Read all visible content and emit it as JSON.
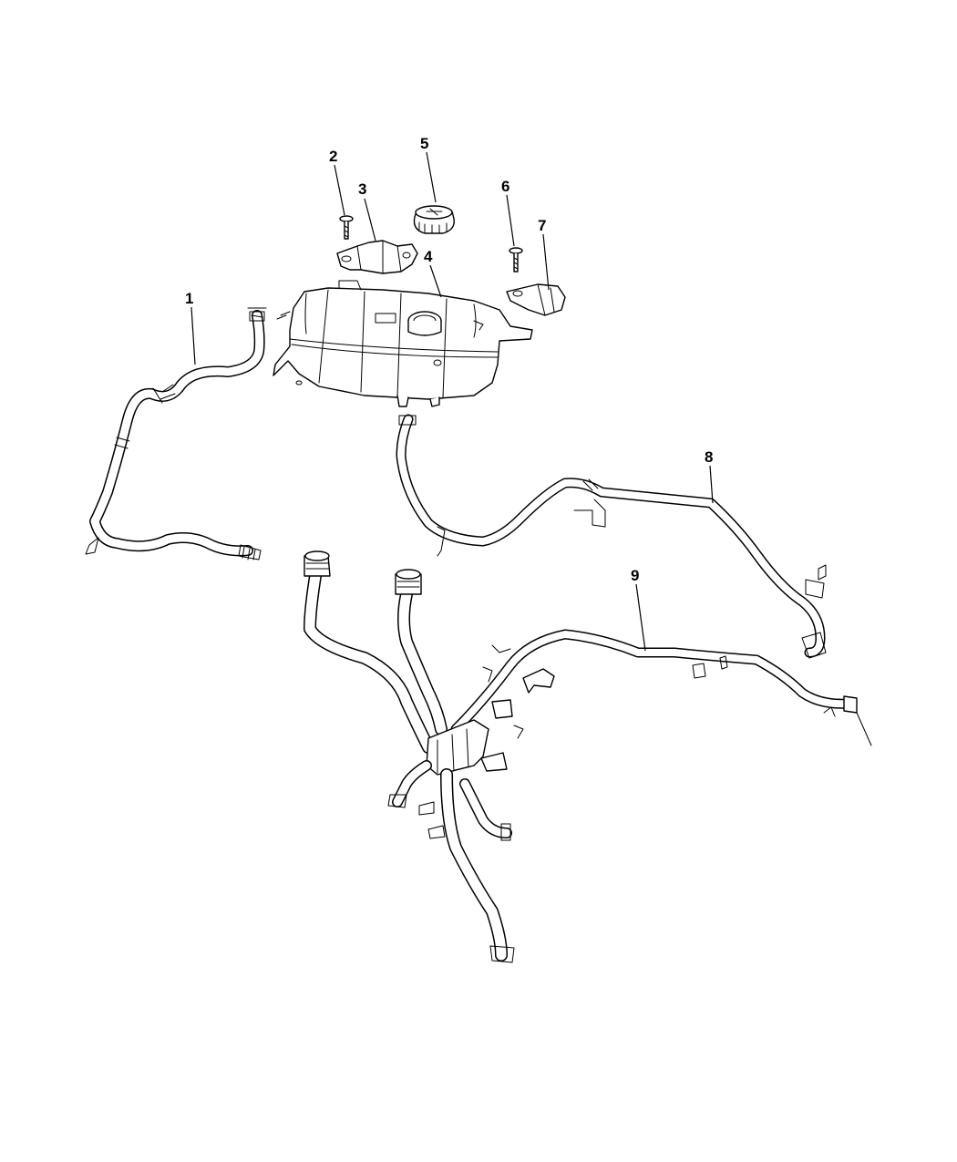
{
  "diagram": {
    "callouts": [
      {
        "id": "callout-1",
        "label": "1"
      },
      {
        "id": "callout-2",
        "label": "2"
      },
      {
        "id": "callout-3",
        "label": "3"
      },
      {
        "id": "callout-4",
        "label": "4"
      },
      {
        "id": "callout-5",
        "label": "5"
      },
      {
        "id": "callout-6",
        "label": "6"
      },
      {
        "id": "callout-7",
        "label": "7"
      },
      {
        "id": "callout-8",
        "label": "8"
      },
      {
        "id": "callout-9",
        "label": "9"
      }
    ]
  }
}
